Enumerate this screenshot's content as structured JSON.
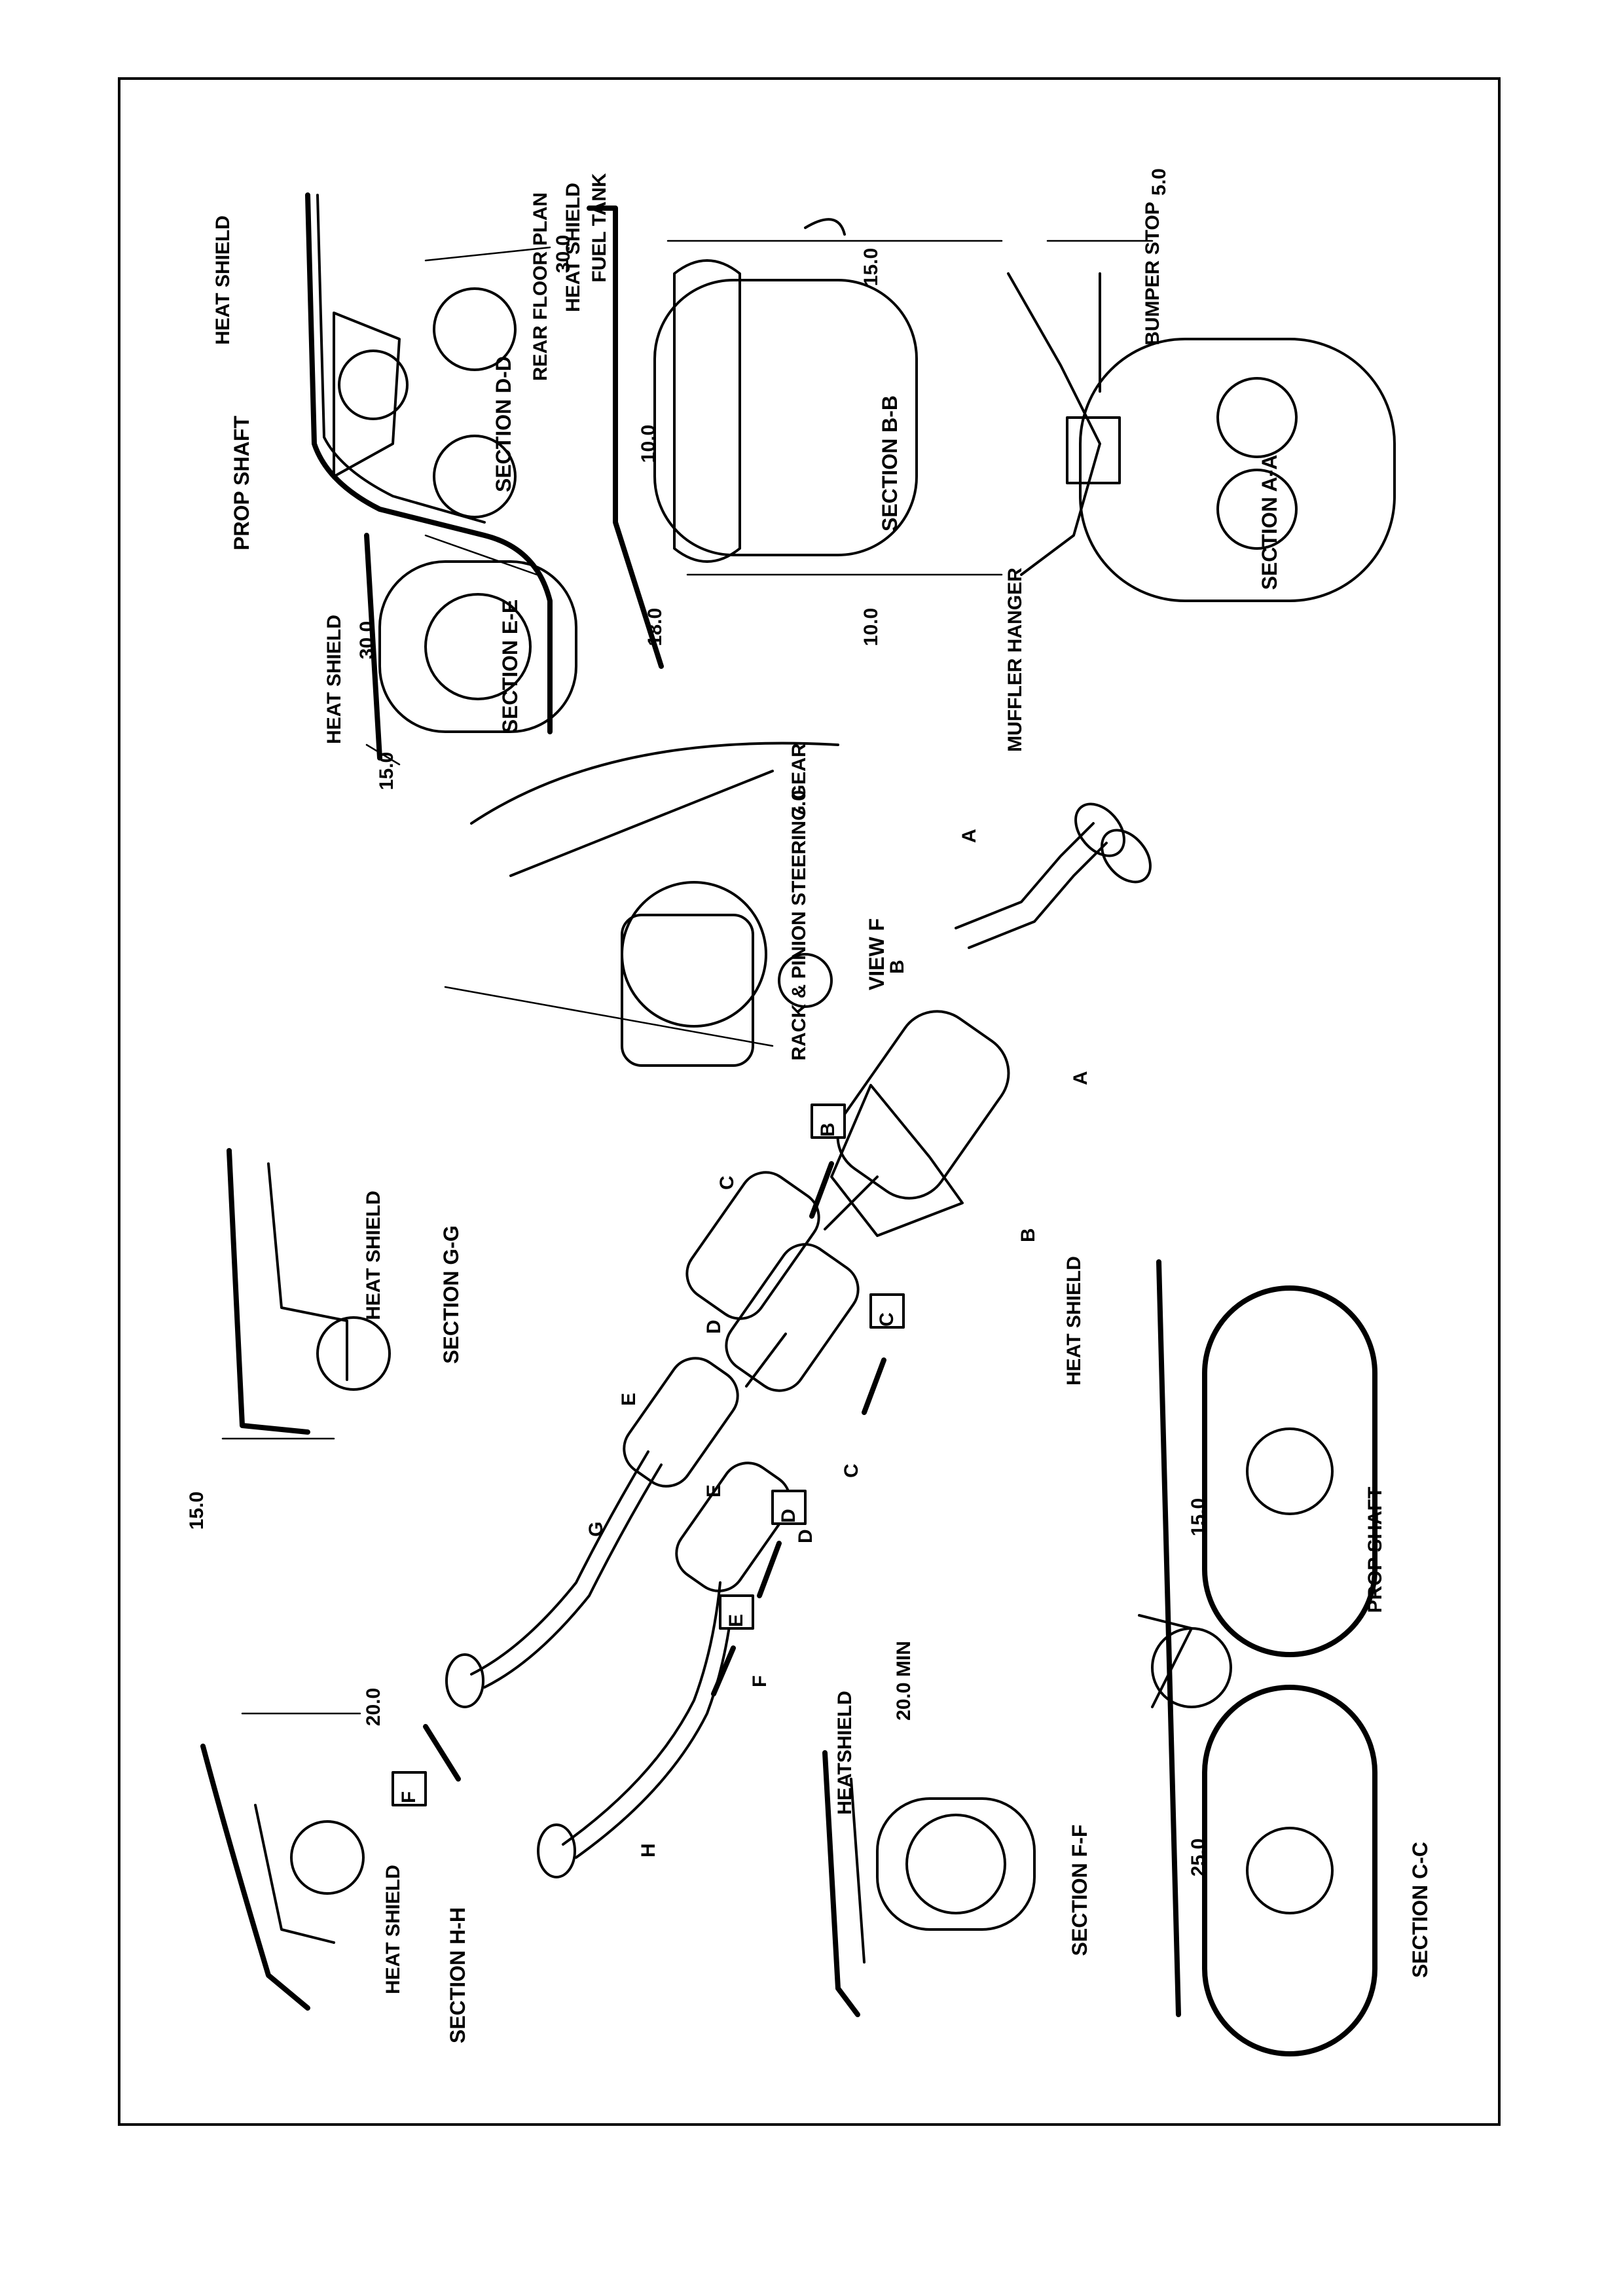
{
  "labels": {
    "heat_shield_dd": "HEAT SHIELD",
    "dim_dd_top": "30.0",
    "dim_dd_bottom": "30.0",
    "prop_shaft_dd": "PROP SHAFT",
    "section_dd": "SECTION D-D",
    "rear_floor_plan": "REAR FLOOR PLAN",
    "heat_shield_bb": "HEAT SHIELD",
    "fuel_tank": "FUEL TANK",
    "dim_bb_15": "15.0",
    "dim_bb_10_top": "10.0",
    "dim_bb_18": "18.0",
    "dim_bb_10_bottom": "10.0",
    "section_bb": "SECTION B-B",
    "bumper_stop": "BUMPER STOP",
    "dim_aa_5": "5.0",
    "muffler_hanger": "MUFFLER HANGER",
    "section_aa": "SECTION A-A",
    "heat_shield_ee": "HEAT SHIELD",
    "dim_ee_15": "15.0",
    "section_ee": "SECTION E-E",
    "dim_view_f_7": "7.0",
    "rack_pinion": "RACK & PINION STEERING GEAR",
    "view_f": "VIEW F",
    "heat_shield_gg": "HEAT SHIELD",
    "section_gg": "SECTION G-G",
    "dim_gg_15": "15.0",
    "heat_shield_cc": "HEAT SHIELD",
    "dim_cc_15": "15.0",
    "prop_shaft_cc": "PROP SHAFT",
    "dim_cc_25": "25.0",
    "section_cc": "SECTION C-C",
    "heatshield_ff": "HEATSHIELD",
    "dim_ff_20min": "20.0 MIN",
    "section_ff": "SECTION F-F",
    "heat_shield_hh": "HEAT SHIELD",
    "section_hh": "SECTION H-H",
    "dim_hh_20": "20.0"
  },
  "callouts": {
    "A1": "A",
    "A2": "A",
    "B1": "B",
    "B2": "B",
    "C1": "C",
    "C2": "C",
    "D1": "D",
    "D2": "D",
    "E1": "E",
    "E2": "E",
    "F1": "F",
    "G1": "G",
    "H1": "H",
    "box_B": "B",
    "box_C": "C",
    "box_D": "D",
    "box_E": "E",
    "box_F": "F"
  }
}
